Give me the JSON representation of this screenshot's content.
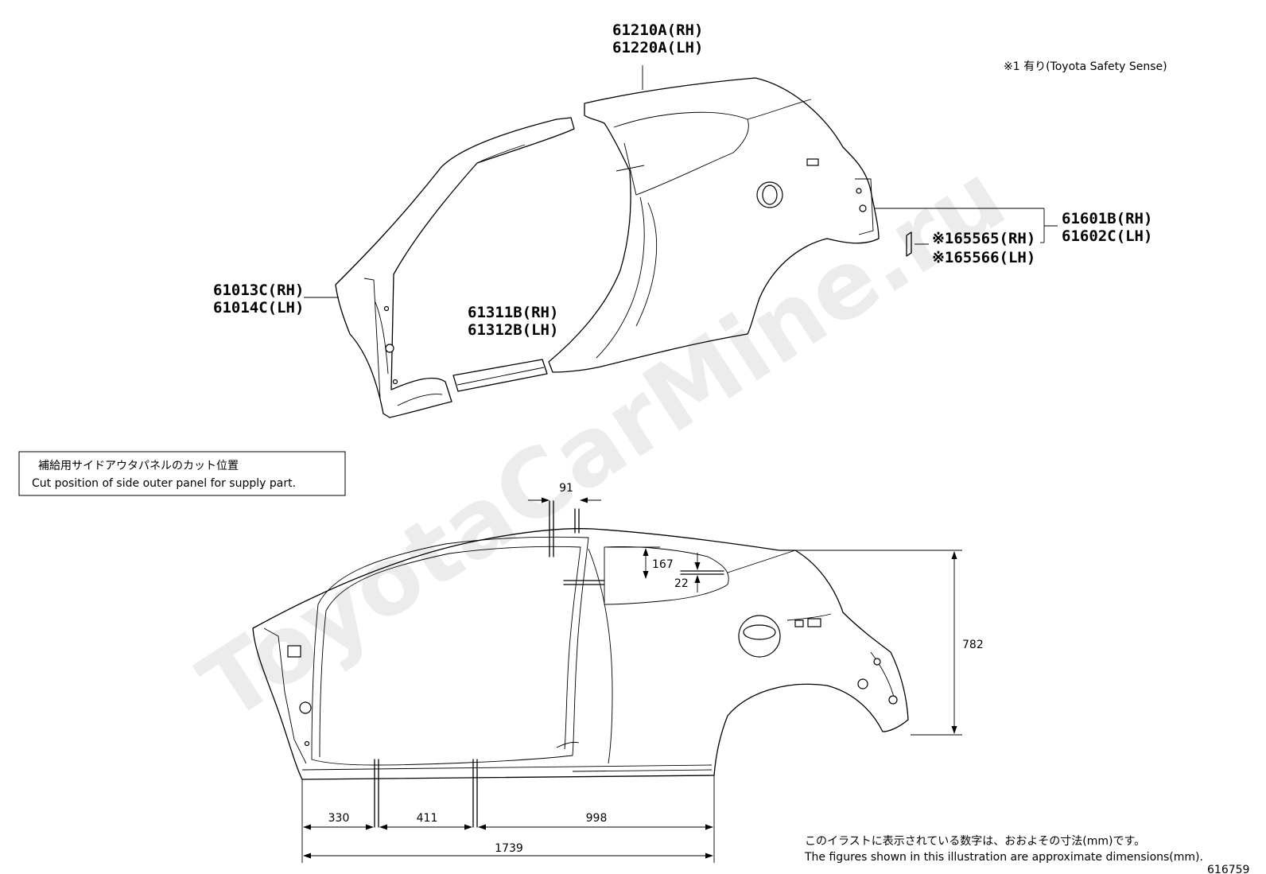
{
  "watermark": "ToyotaCarMine.ru",
  "note_tss": "※1 有り(Toyota Safety Sense)",
  "part_labels": {
    "roof_side_rh": "61210A(RH)",
    "roof_side_lh": "61220A(LH)",
    "front_pillar_rh": "61013C(RH)",
    "front_pillar_lh": "61014C(LH)",
    "rocker_rh": "61311B(RH)",
    "rocker_lh": "61312B(LH)",
    "quarter_rh": "61601B(RH)",
    "quarter_lh": "61602C(LH)",
    "bracket_rh": "※165565(RH)",
    "bracket_lh": "※165566(LH)"
  },
  "cut_box": {
    "jp": "補給用サイドアウタパネルのカット位置",
    "en": "Cut position of side outer panel for supply part."
  },
  "dimensions": {
    "d91": "91",
    "d167": "167",
    "d22": "22",
    "d782": "782",
    "d330": "330",
    "d411": "411",
    "d998": "998",
    "d1739": "1739"
  },
  "footer": {
    "jp": "このイラストに表示されている数字は、おおよその寸法(mm)です。",
    "en": "The figures shown in this illustration are approximate dimensions(mm).",
    "illustration_number": "616759"
  }
}
